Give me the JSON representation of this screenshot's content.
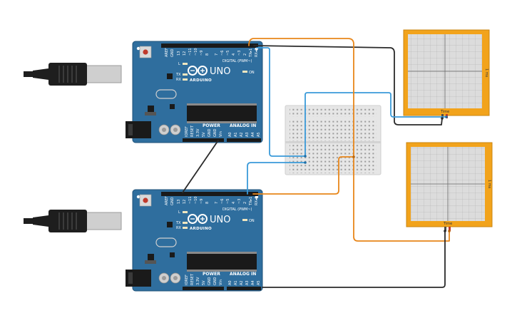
{
  "arduinos": [
    {
      "brand": "ARDUINO",
      "model": "UNO",
      "digital_header": "DIGITAL (PWM~)",
      "power_header": "POWER",
      "analog_header": "ANALOG IN",
      "on_label": "ON",
      "led_l": "L",
      "led_tx": "TX",
      "led_rx": "RX",
      "digital_pins": [
        "AREF",
        "GND",
        "13",
        "12",
        "~11",
        "~10",
        "~9",
        "8",
        "7",
        "~6",
        "~5",
        "4",
        "~3",
        "2",
        "TX▸1",
        "RX◂0"
      ],
      "power_pins": [
        "IOREF",
        "RESET",
        "3.3V",
        "5V",
        "GND",
        "GND",
        "Vin"
      ],
      "analog_pins": [
        "A0",
        "A1",
        "A2",
        "A3",
        "A4",
        "A5"
      ]
    },
    {
      "brand": "ARDUINO",
      "model": "UNO",
      "digital_header": "DIGITAL (PWM~)",
      "power_header": "POWER",
      "analog_header": "ANALOG IN",
      "on_label": "ON",
      "led_l": "L",
      "led_tx": "TX",
      "led_rx": "RX",
      "digital_pins": [
        "AREF",
        "GND",
        "13",
        "12",
        "~11",
        "~10",
        "~9",
        "8",
        "7",
        "~6",
        "~5",
        "4",
        "~3",
        "2",
        "TX▸1",
        "RX◂0"
      ],
      "power_pins": [
        "IOREF",
        "RESET",
        "3.3V",
        "5V",
        "GND",
        "GND",
        "Vin"
      ],
      "analog_pins": [
        "A0",
        "A1",
        "A2",
        "A3",
        "A4",
        "A5"
      ]
    }
  ],
  "oscilloscopes": [
    {
      "side_label": "1 ms",
      "bottom_label": "Time"
    },
    {
      "side_label": "1 ms",
      "bottom_label": "Time"
    }
  ],
  "colors": {
    "board": "#2f6e9e",
    "board_edge": "#1f5278",
    "wire_orange": "#e8861a",
    "wire_blue": "#3a9ad9",
    "wire_black": "#2a2a2a",
    "scope_frame": "#f2a31b",
    "scope_screen": "#dcdcdc",
    "breadboard": "#e6e6e6"
  }
}
